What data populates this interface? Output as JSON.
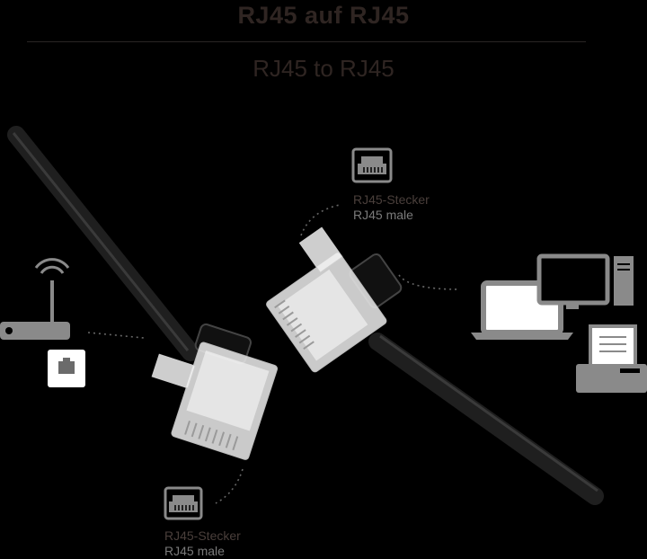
{
  "header": {
    "title_de": "RJ45 auf RJ45",
    "title_en": "RJ45 to RJ45"
  },
  "connectors": [
    {
      "label_de": "RJ45-Stecker",
      "label_en": "RJ45 male"
    },
    {
      "label_de": "RJ45-Stecker",
      "label_en": "RJ45 male"
    }
  ],
  "icons": {
    "router": "wifi-router-icon",
    "wall_socket": "ethernet-wall-socket-icon",
    "port": "rj45-port-icon",
    "laptop": "laptop-icon",
    "desktop": "desktop-computer-icon",
    "printer": "printer-icon"
  },
  "colors": {
    "background": "#000000",
    "cable": "#222222",
    "icon_gray": "#8a8a8a",
    "title_dark": "#2f2522"
  }
}
